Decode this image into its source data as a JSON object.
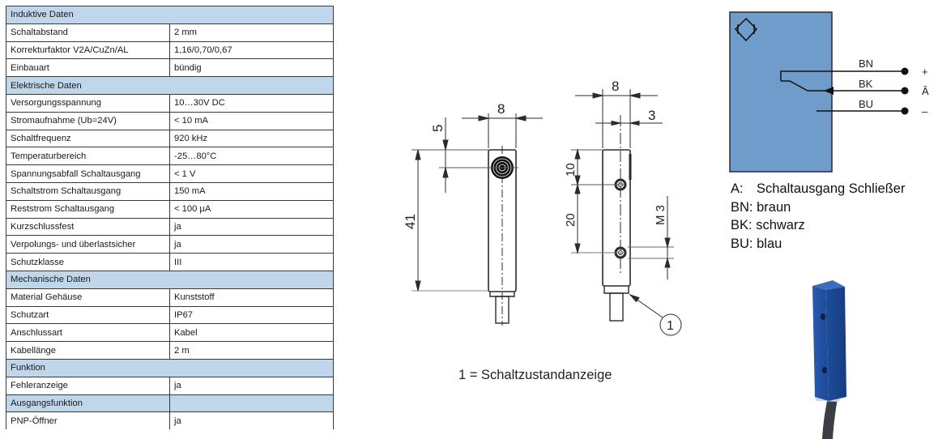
{
  "spec_table": {
    "rows": [
      {
        "type": "section",
        "label": "Induktive Daten",
        "value": null
      },
      {
        "type": "data",
        "label": "Schaltabstand",
        "value": "2 mm"
      },
      {
        "type": "data",
        "label": "Korrekturfaktor V2A/CuZn/AL",
        "value": "1,16/0,70/0,67"
      },
      {
        "type": "data",
        "label": "Einbauart",
        "value": "bündig"
      },
      {
        "type": "section",
        "label": "Elektrische Daten",
        "value": null
      },
      {
        "type": "data",
        "label": "Versorgungsspannung",
        "value": "10…30V DC"
      },
      {
        "type": "data",
        "label": "Stromaufnahme (Ub=24V)",
        "value": "< 10 mA"
      },
      {
        "type": "data",
        "label": "Schaltfrequenz",
        "value": "920 kHz"
      },
      {
        "type": "data",
        "label": "Temperaturbereich",
        "value": "-25…80°C"
      },
      {
        "type": "data",
        "label": "Spannungsabfall  Schaltausgang",
        "value": "< 1 V"
      },
      {
        "type": "data",
        "label": "Schaltstrom Schaltausgang",
        "value": "150 mA"
      },
      {
        "type": "data",
        "label": "Reststrom Schaltausgang",
        "value": "< 100 µA"
      },
      {
        "type": "data",
        "label": "Kurzschlussfest",
        "value": "ja"
      },
      {
        "type": "data",
        "label": "Verpolungs- und überlastsicher",
        "value": "ja"
      },
      {
        "type": "data",
        "label": "Schutzklasse",
        "value": "III"
      },
      {
        "type": "section",
        "label": "Mechanische Daten",
        "value": null
      },
      {
        "type": "data",
        "label": "Material Gehäuse",
        "value": "Kunststoff"
      },
      {
        "type": "data",
        "label": "Schutzart",
        "value": "IP67"
      },
      {
        "type": "data",
        "label": "Anschlussart",
        "value": "Kabel"
      },
      {
        "type": "data",
        "label": "Kabellänge",
        "value": "2 m"
      },
      {
        "type": "section",
        "label": "Funktion",
        "value": null
      },
      {
        "type": "data",
        "label": "Fehleranzeige",
        "value": "ja"
      },
      {
        "type": "section-split",
        "label": "Ausgangsfunktion",
        "value": ""
      },
      {
        "type": "data",
        "label": "PNP-Öffner",
        "value": "ja"
      }
    ]
  },
  "drawing": {
    "front_view": {
      "width_dim": "8",
      "offset_dim": "5",
      "length_dim": "41"
    },
    "side_view": {
      "width_dim": "8",
      "hole_offset_dim": "3",
      "first_hole_dim": "10",
      "hole_spacing_dim": "20",
      "thread_dim": "M 3",
      "callout": "1"
    },
    "legend": "1 = Schaltzustandanzeige"
  },
  "wiring": {
    "body_color": "#6f9ccb",
    "symbol": "inductive-sensor-symbol",
    "wires": [
      {
        "code": "BN",
        "terminal": "+"
      },
      {
        "code": "BK",
        "terminal": "Ā"
      },
      {
        "code": "BU",
        "terminal": "–"
      }
    ],
    "legend": [
      {
        "key": "A:",
        "text": "Schaltausgang Schließer"
      },
      {
        "key": "BN:",
        "text": "braun"
      },
      {
        "key": "BK:",
        "text": "schwarz"
      },
      {
        "key": "BU:",
        "text": "blau"
      }
    ]
  },
  "photo": {
    "subject": "blue rectangular inductive sensor with cable",
    "body_color": "#1f4fa0"
  }
}
